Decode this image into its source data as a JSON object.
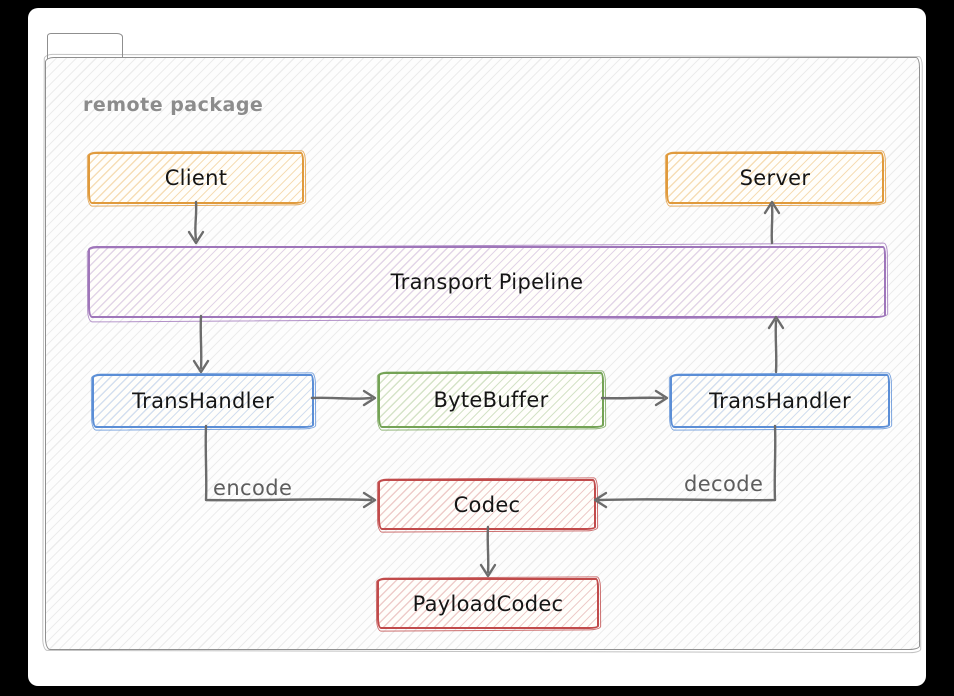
{
  "package": {
    "label": "remote package",
    "border_color": "#8f8f8f"
  },
  "nodes": {
    "client": {
      "label": "Client",
      "color": "#e09a3c"
    },
    "server": {
      "label": "Server",
      "color": "#e09a3c"
    },
    "pipeline": {
      "label": "Transport Pipeline",
      "color": "#9f76ba"
    },
    "transhandler_left": {
      "label": "TransHandler",
      "color": "#5b8ed6"
    },
    "bytebuffer": {
      "label": "ByteBuffer",
      "color": "#74a355"
    },
    "transhandler_right": {
      "label": "TransHandler",
      "color": "#5b8ed6"
    },
    "codec": {
      "label": "Codec",
      "color": "#c14b4b"
    },
    "payloadcodec": {
      "label": "PayloadCodec",
      "color": "#c14b4b"
    }
  },
  "edges": {
    "encode_label": "encode",
    "decode_label": "decode",
    "arrow_color": "#6c6c6c",
    "connections": [
      "Client -> Transport Pipeline",
      "Transport Pipeline -> TransHandler (left)",
      "TransHandler (left) -> ByteBuffer",
      "ByteBuffer -> TransHandler (right)",
      "TransHandler (right) -> Transport Pipeline",
      "Transport Pipeline -> Server",
      "TransHandler (left) -> Codec (encode)",
      "TransHandler (right) -> Codec (decode)",
      "Codec -> PayloadCodec"
    ]
  }
}
